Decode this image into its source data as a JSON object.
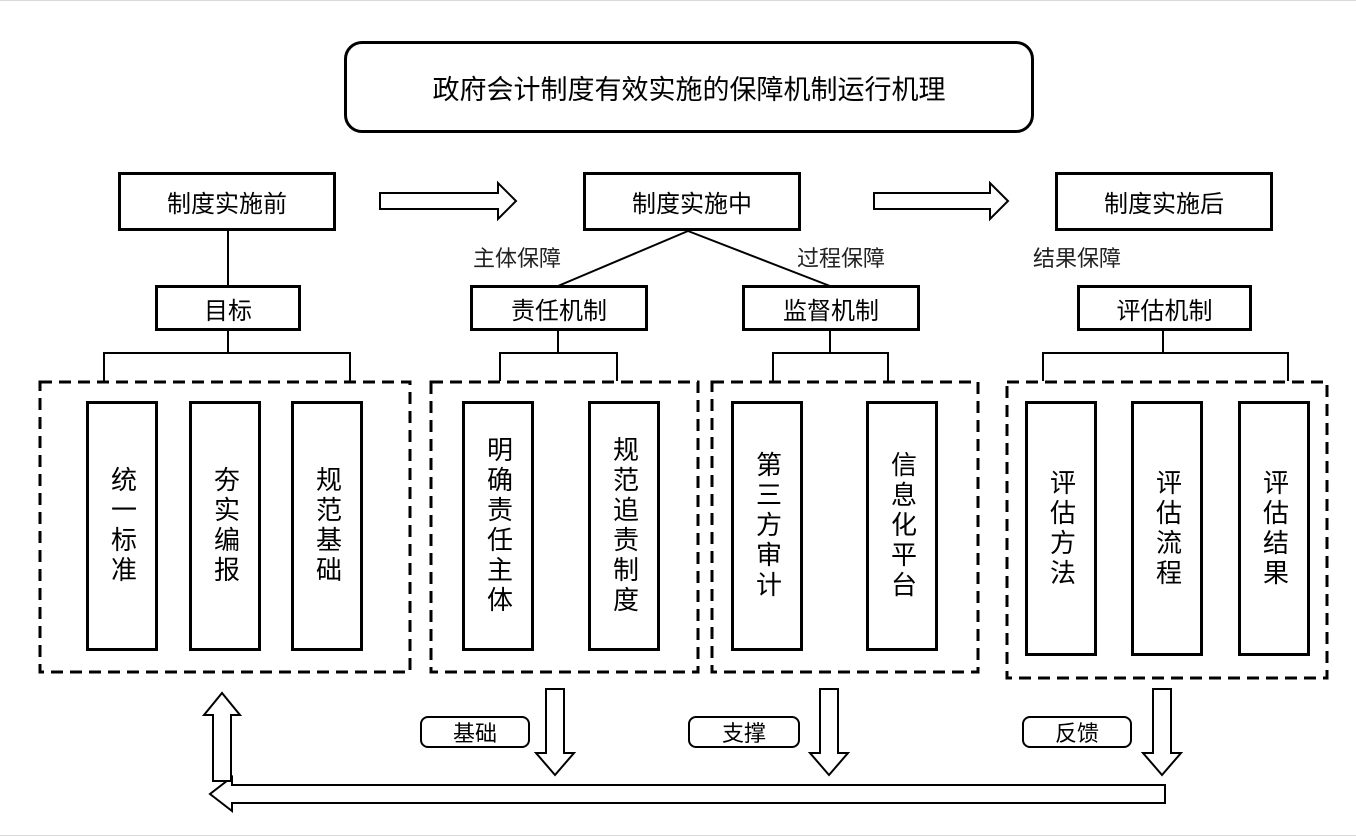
{
  "title": "政府会计制度有效实施的保障机制运行机理",
  "stages": {
    "before": "制度实施前",
    "during": "制度实施中",
    "after": "制度实施后"
  },
  "guarantees": {
    "subject": "主体保障",
    "process": "过程保障",
    "result": "结果保障"
  },
  "mechanisms": {
    "goal": "目标",
    "responsibility": "责任机制",
    "supervision": "监督机制",
    "evaluation": "评估机制"
  },
  "items": {
    "goal": [
      "统一标准",
      "夯实编报",
      "规范基础"
    ],
    "responsibility": [
      "明确责任主体",
      "规范追责制度"
    ],
    "supervision": [
      "第三方审计",
      "信息化平台"
    ],
    "evaluation": [
      "评估方法",
      "评估流程",
      "评估结果"
    ]
  },
  "feedback_tags": {
    "basis": "基础",
    "support": "支撑",
    "feedback": "反馈"
  }
}
